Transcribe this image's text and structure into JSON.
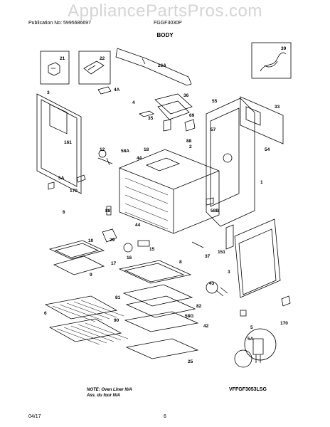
{
  "watermark": "AppliancePartsPros.com",
  "header": {
    "publication": "Publication No: 5995686697",
    "model": "FGGF3030P"
  },
  "section_title": "BODY",
  "parts": [
    "21",
    "22",
    "26A",
    "39",
    "3",
    "4A",
    "36",
    "4",
    "35",
    "69",
    "55",
    "33",
    "161",
    "58A",
    "2",
    "18",
    "12",
    "88",
    "54",
    "57",
    "5A",
    "170",
    "1",
    "88",
    "58B",
    "44",
    "6",
    "44",
    "10",
    "29",
    "16",
    "15",
    "37",
    "151",
    "17",
    "9",
    "8",
    "3",
    "43",
    "82",
    "81",
    "58G",
    "90",
    "42",
    "6",
    "5A",
    "5",
    "170",
    "25"
  ],
  "notes": {
    "line1": "NOTE: Oven Liner N/A",
    "line2": "Ass. du four N/A"
  },
  "model_code": "VFFGF3053LSG",
  "footer": {
    "date": "04/17",
    "page": "6"
  }
}
